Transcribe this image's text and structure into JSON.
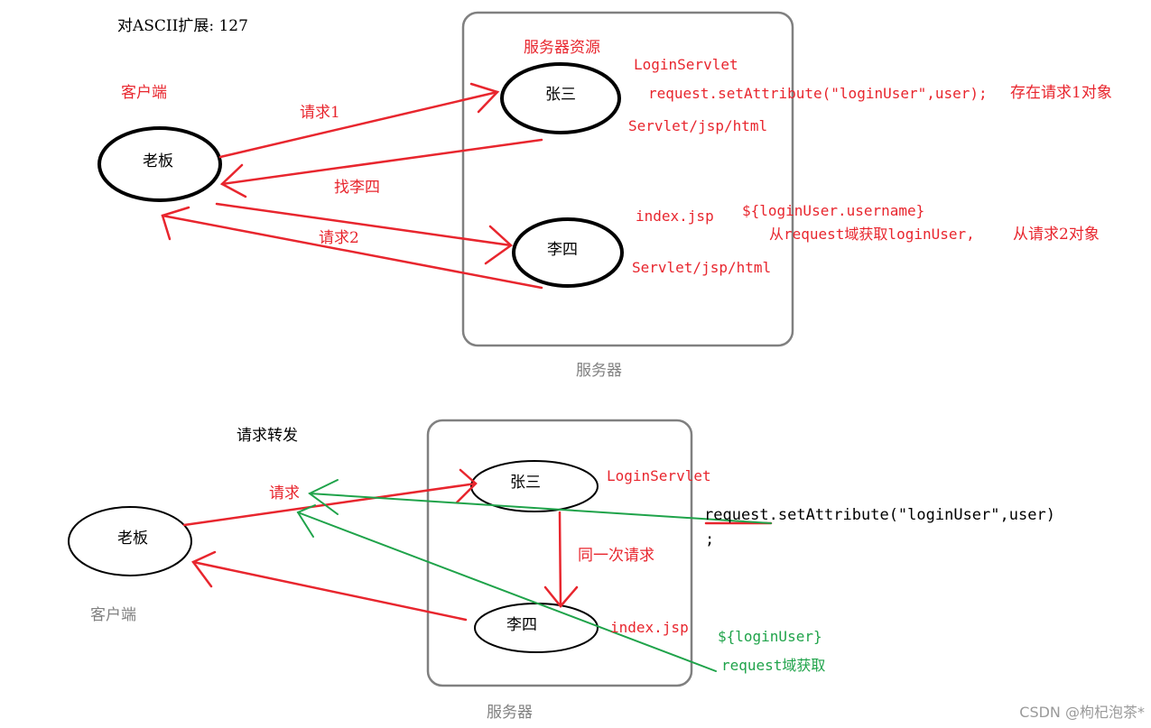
{
  "top": {
    "header_note": "对ASCII扩展: 127",
    "client_label": "客户端",
    "boss_node": "老板",
    "resource_label": "服务器资源",
    "zhangsan_node": "张三",
    "lisi_node": "李四",
    "server_caption": "服务器",
    "request1_label": "请求1",
    "find_lisi_label": "找李四",
    "request2_label": "请求2",
    "login_servlet": "LoginServlet",
    "set_attribute_code": "request.setAttribute(\"loginUser\",user);",
    "store_note": "存在请求1对象",
    "servlet_jsp_html_1": "Servlet/jsp/html",
    "index_jsp": "index.jsp",
    "el_expression": "${loginUser.username}",
    "get_note_1": "从request域获取loginUser,",
    "get_note_2": "从请求2对象",
    "servlet_jsp_html_2": "Servlet/jsp/html"
  },
  "bottom": {
    "title": "请求转发",
    "request_label": "请求",
    "boss_node": "老板",
    "client_label": "客户端",
    "zhangsan_node": "张三",
    "lisi_node": "李四",
    "login_servlet": "LoginServlet",
    "same_request_label": "同一次请求",
    "index_jsp": "index.jsp",
    "set_attribute_code": "request.setAttribute(\"loginUser\",user)",
    "semicolon": ";",
    "el_expression": "${loginUser}",
    "get_note": "request域获取",
    "server_caption": "服务器"
  },
  "watermark": "CSDN @枸杞泡茶*",
  "colors": {
    "red": "#e8262e",
    "green": "#1fa34a",
    "gray_box": "#808080",
    "black": "#000000",
    "caption_gray": "#808080"
  }
}
